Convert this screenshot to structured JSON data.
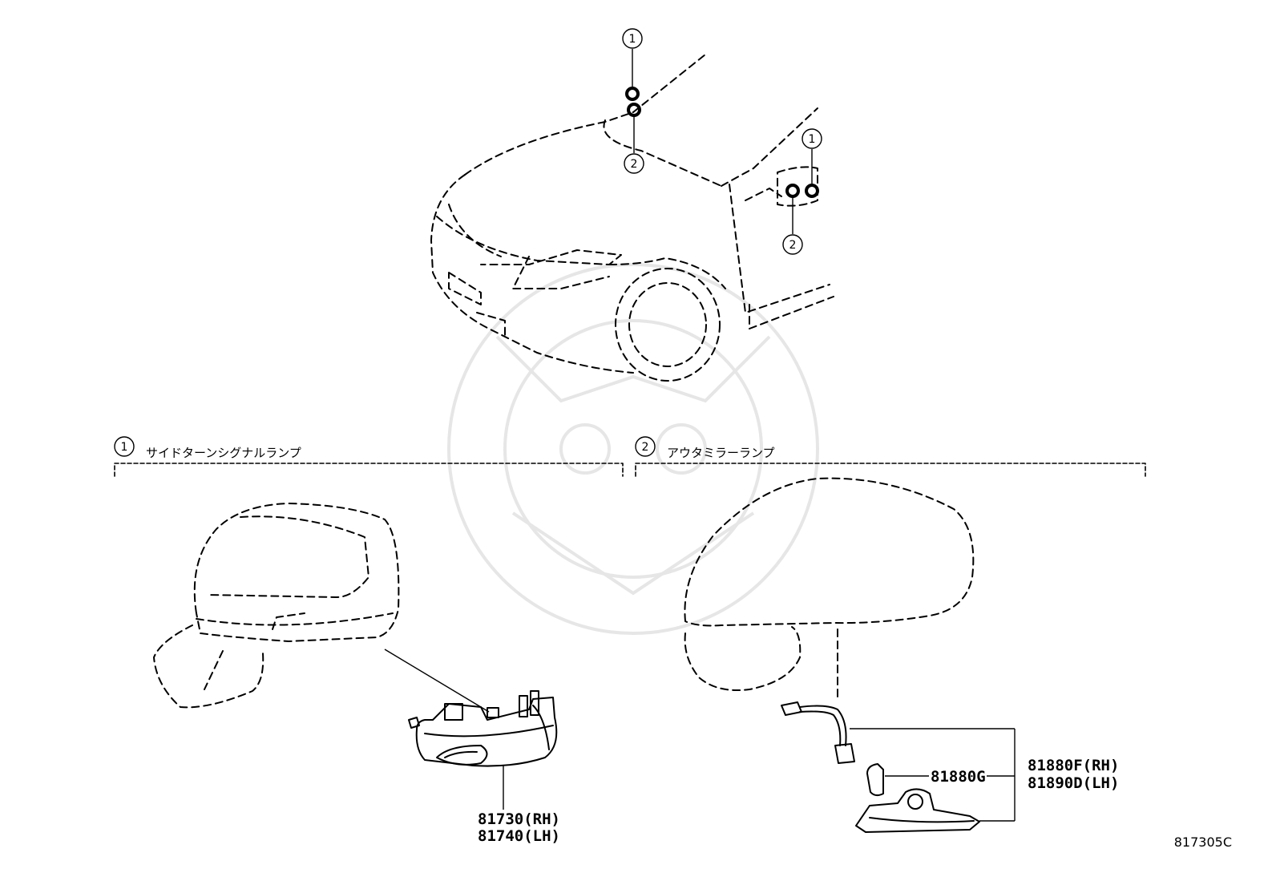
{
  "callouts": {
    "one": "1",
    "two": "2"
  },
  "sections": [
    {
      "number": "1",
      "title": "サイドターンシグナルランプ"
    },
    {
      "number": "2",
      "title": "アウタミラーランプ"
    }
  ],
  "parts": {
    "turn_signal_rh": "81730(RH)",
    "turn_signal_lh": "81740(LH)",
    "bulb": "81880G",
    "mirror_lamp_rh": "81880F(RH)",
    "mirror_lamp_lh": "81890D(LH)"
  },
  "diagram_code": "817305C"
}
